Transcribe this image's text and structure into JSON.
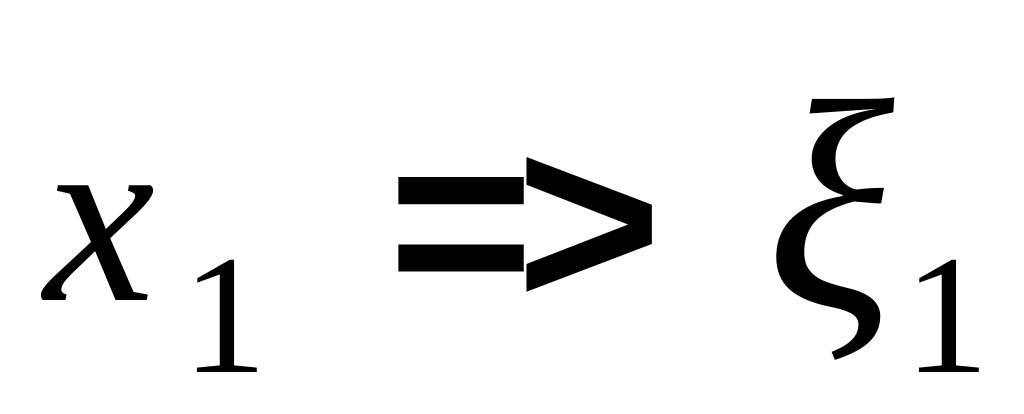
{
  "formula": {
    "lhs_variable": "x",
    "lhs_subscript": "1",
    "operator": "=>",
    "rhs_variable": "ξ",
    "rhs_subscript": "1"
  }
}
